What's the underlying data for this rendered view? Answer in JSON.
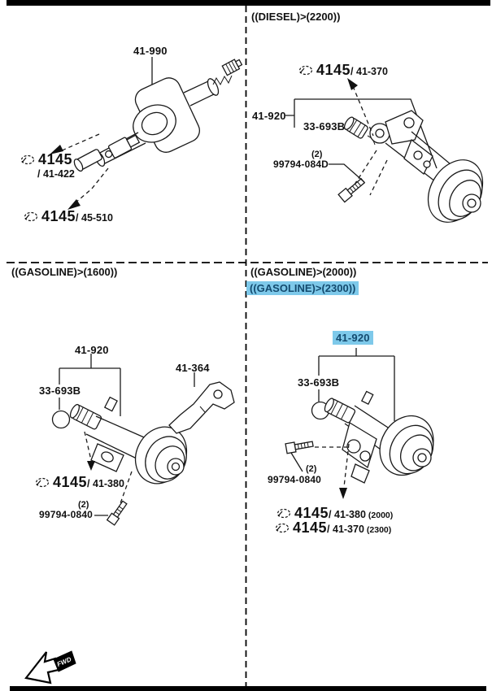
{
  "colors": {
    "highlight_bg": "#7ec9ea",
    "highlight_text": "#134a6e",
    "line": "#000000"
  },
  "fwd": {
    "label": "FWD"
  },
  "top_left": {
    "part_master_cylinder": "41-990",
    "ref_41422": {
      "code": "4145",
      "sub": "/ 41-422"
    },
    "ref_45510": {
      "code": "4145",
      "sub": "/ 45-510"
    }
  },
  "top_right": {
    "header": "((DIESEL)>(2200))",
    "ref_41370": {
      "code": "4145",
      "sub": "/ 41-370"
    },
    "part_group": "41-920",
    "part_bushing": "33-693B",
    "bolt": {
      "qty": "(2)",
      "part": "99794-084D"
    }
  },
  "bottom_left": {
    "header": "((GASOLINE)>(1600))",
    "part_group": "41-920",
    "part_bushing": "33-693B",
    "part_release_fork": "41-364",
    "ref_41380": {
      "code": "4145",
      "sub": "/ 41-380"
    },
    "bolt": {
      "qty": "(2)",
      "part": "99794-0840"
    }
  },
  "bottom_right": {
    "header_2000": "((GASOLINE)>(2000))",
    "header_2300": "((GASOLINE)>(2300))",
    "part_group": "41-920",
    "part_bushing": "33-693B",
    "bolt": {
      "qty": "(2)",
      "part": "99794-0840"
    },
    "ref_41380": {
      "code": "4145",
      "sub": "/ 41-380",
      "variant": "(2000)"
    },
    "ref_41370": {
      "code": "4145",
      "sub": "/ 41-370",
      "variant": "(2300)"
    }
  }
}
